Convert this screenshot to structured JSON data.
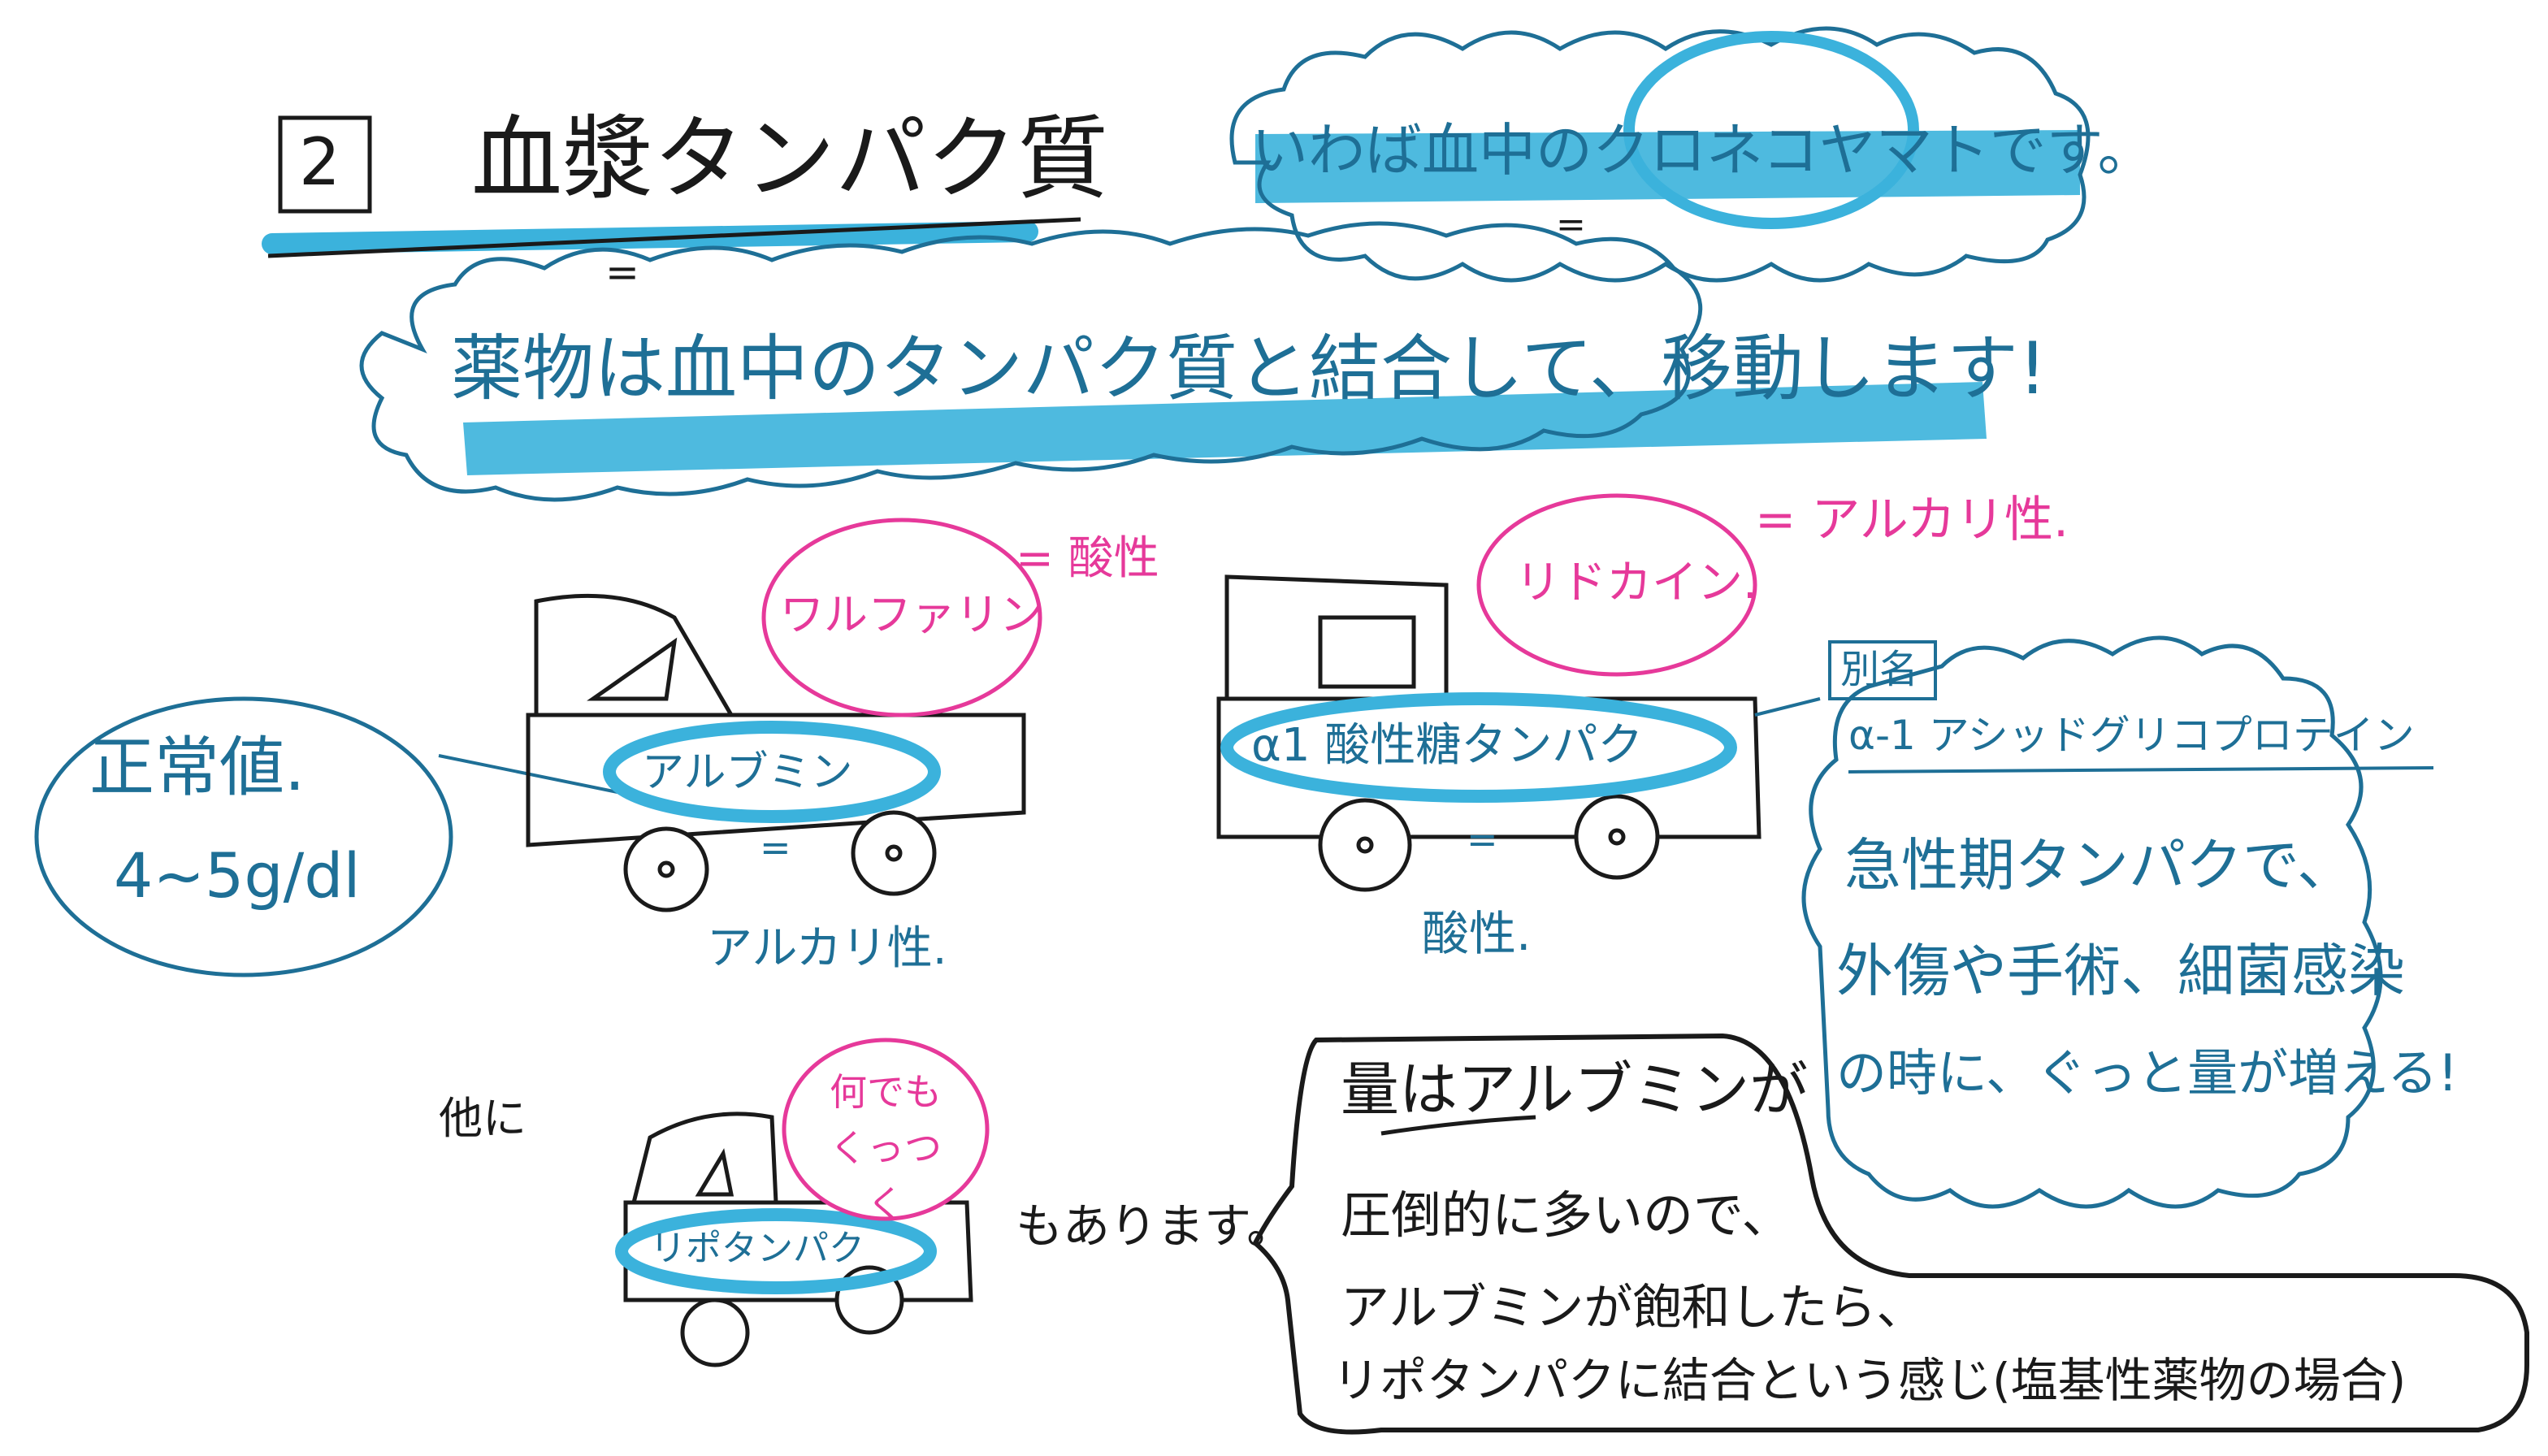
{
  "title": {
    "number": "2",
    "text": "血漿タンパク質"
  },
  "analogy": "いわば血中のクロネコヤマトです。",
  "main_statement": "薬物は血中のタンパク質と結合して、移動します!",
  "equals": "=",
  "normal_value": {
    "label": "正常値.",
    "value": "4~5g/dl"
  },
  "truck_albumin": {
    "protein": "アルブミン",
    "property": "アルカリ性.",
    "drug": "ワルファリン",
    "drug_property": "= 酸性"
  },
  "truck_aag": {
    "protein": "α1 酸性糖タンパク",
    "property": "酸性.",
    "drug": "リドカイン.",
    "drug_property": "= アルカリ性."
  },
  "alias_box": {
    "tag": "別名",
    "name": "α-1 アシッドグリコプロテイン",
    "lines": [
      "急性期タンパクで、",
      "外傷や手術、細菌感染",
      "の時に、ぐっと量が増える!"
    ]
  },
  "others": {
    "label": "他に",
    "protein": "リポタンパク",
    "note": "何でもくっつく",
    "suffix": "もあります。"
  },
  "speech": {
    "lines": [
      "量はアルブミンが",
      "圧倒的に多いので、",
      "アルブミンが飽和したら、",
      "リポタンパクに結合という感じ(塩基性薬物の場合)"
    ]
  },
  "colors": {
    "ink": "#1a1a1a",
    "blue_ink": "#1e6f96",
    "highlight": "#3bb2dc",
    "pink": "#e6399a"
  }
}
